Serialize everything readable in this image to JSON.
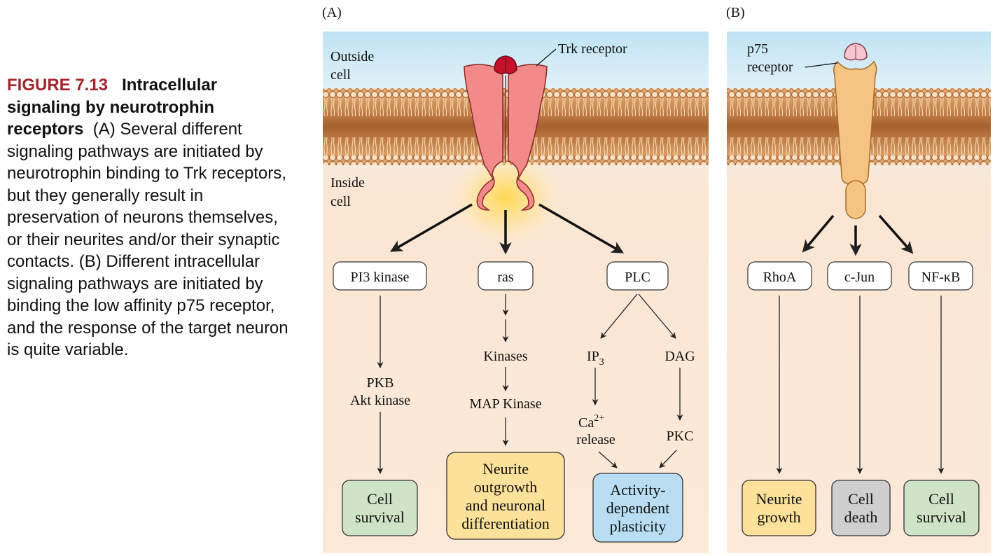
{
  "caption": {
    "figure_label": "FIGURE 7.13",
    "title": "Intracellular signaling by neurotrophin receptors",
    "body": "(A) Several different signaling pathways are initiated by neurotrophin binding to Trk receptors, but they generally result in preservation of neurons themselves, or their neurites and/or their synaptic contacts. (B) Different intracellular signaling pathways are initiated by binding the low affinity p75 receptor, and the response of the target neuron is quite variable."
  },
  "panel_a": {
    "label": "(A)",
    "outside_line1": "Outside",
    "outside_line2": "cell",
    "inside_line1": "Inside",
    "inside_line2": "cell",
    "receptor_label": "Trk receptor",
    "nodes": {
      "pi3k": "PI3 kinase",
      "ras": "ras",
      "plc": "PLC",
      "kinases": "Kinases",
      "pkb_line1": "PKB",
      "pkb_line2": "Akt kinase",
      "mapk": "MAP Kinase",
      "ip3": "IP",
      "ip3_sub": "3",
      "dag": "DAG",
      "ca": "Ca",
      "ca_sup": "2+",
      "ca_line2": "release",
      "pkc": "PKC"
    },
    "outcomes": {
      "survival_line1": "Cell",
      "survival_line2": "survival",
      "neurite_line1": "Neurite",
      "neurite_line2": "outgrowth",
      "neurite_line3": "and neuronal",
      "neurite_line4": "differentiation",
      "activity_line1": "Activity-",
      "activity_line2": "dependent",
      "activity_line3": "plasticity"
    }
  },
  "panel_b": {
    "label": "(B)",
    "receptor_line1": "p75",
    "receptor_line2": "receptor",
    "nodes": {
      "rhoa": "RhoA",
      "cjun": "c-Jun",
      "nfkb": "NF-κB"
    },
    "outcomes": {
      "growth_line1": "Neurite",
      "growth_line2": "growth",
      "death_line1": "Cell",
      "death_line2": "death",
      "survival_line1": "Cell",
      "survival_line2": "survival"
    }
  },
  "colors": {
    "outcome_green": "#cfe4c6",
    "outcome_yellow": "#fbe19a",
    "outcome_blue": "#b9def3",
    "outcome_gray": "#cfcfcf",
    "trk_receptor": "#f28a8a",
    "p75_receptor": "#f6c482",
    "membrane": "#c8864a",
    "figure_label": "#a0262c"
  }
}
